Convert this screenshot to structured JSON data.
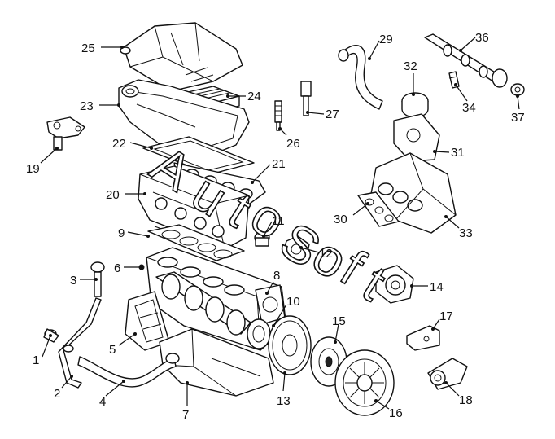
{
  "diagram": {
    "callouts": [
      "1",
      "2",
      "3",
      "4",
      "5",
      "6",
      "7",
      "8",
      "9",
      "10",
      "11",
      "12",
      "13",
      "14",
      "15",
      "16",
      "17",
      "18",
      "19",
      "20",
      "21",
      "22",
      "23",
      "24",
      "25",
      "26",
      "27",
      "29",
      "30",
      "31",
      "32",
      "33",
      "34",
      "36",
      "37"
    ],
    "watermark": [
      "A",
      "u",
      "t",
      "o",
      "S",
      "o",
      "f",
      "t"
    ],
    "colors": {
      "line": "#111111",
      "background": "#ffffff"
    }
  }
}
